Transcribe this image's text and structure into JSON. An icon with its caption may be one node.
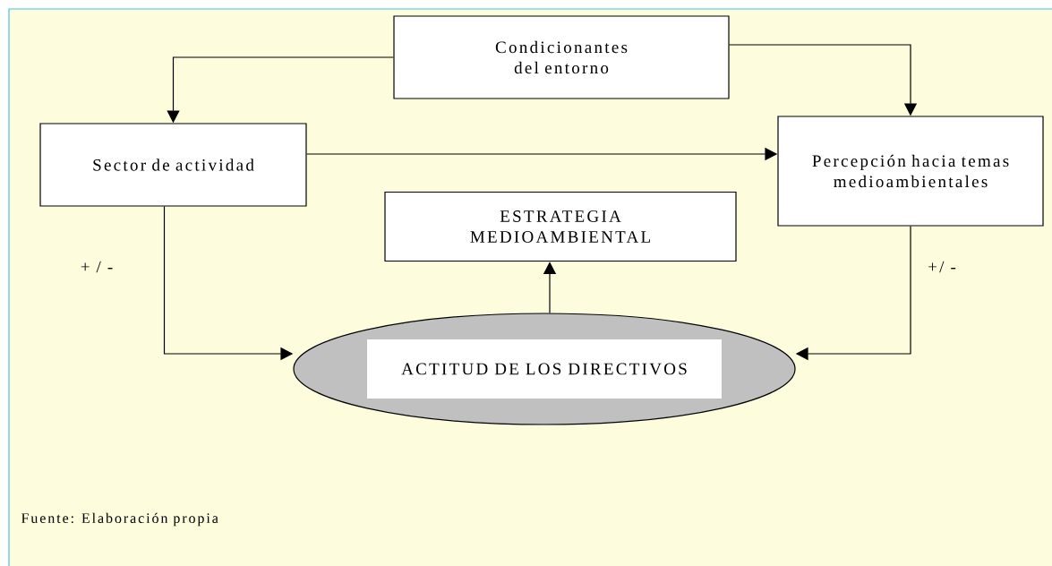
{
  "diagram": {
    "caption": "Fuente: Elaboración propia",
    "nodes": [
      {
        "text": [
          "Condicionantes del entorno"
        ]
      },
      {
        "text": [
          "Sector de actividad"
        ]
      },
      {
        "text": [
          "Percepción hacia temas medioambientales"
        ]
      },
      {
        "text": [
          "ESTRATEGIA MEDIOAMBIENTAL"
        ]
      },
      {
        "text": [
          "ACTITUD DE LOS DIRECTIVOS"
        ]
      }
    ],
    "edges": [
      {
        "from": 0,
        "to": 1,
        "arrow": "to"
      },
      {
        "from": 0,
        "to": 2,
        "arrow": "to"
      },
      {
        "from": 1,
        "to": 2,
        "arrow": "to"
      },
      {
        "from": 1,
        "to": 4,
        "arrow": "to",
        "label": "+ / -"
      },
      {
        "from": 2,
        "to": 4,
        "arrow": "to",
        "label": "+/ -"
      },
      {
        "from": 4,
        "to": 3,
        "arrow": "to"
      }
    ]
  }
}
